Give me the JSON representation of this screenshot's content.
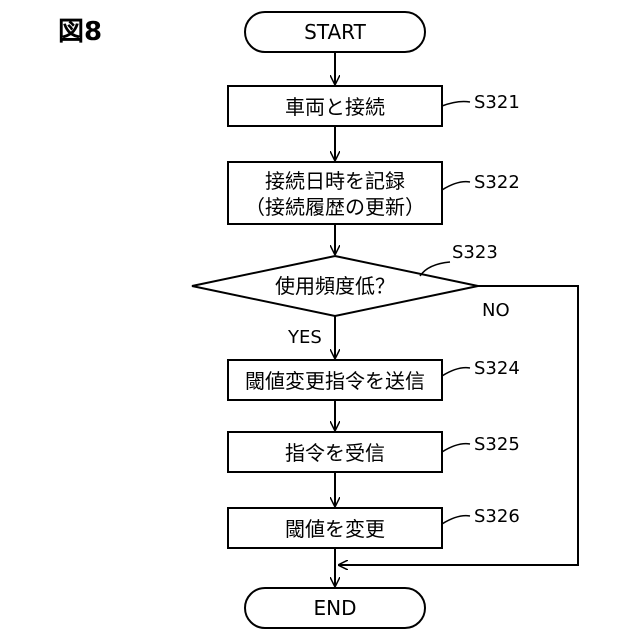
{
  "figure_label": "図8",
  "start": "START",
  "end": "END",
  "steps": {
    "s321": {
      "id": "S321",
      "text": "車両と接続"
    },
    "s322": {
      "id": "S322",
      "line1": "接続日時を記録",
      "line2": "（接続履歴の更新）"
    },
    "s323": {
      "id": "S323",
      "text": "使用頻度低？",
      "yes": "YES",
      "no": "NO"
    },
    "s324": {
      "id": "S324",
      "text": "閾値変更指令を送信"
    },
    "s325": {
      "id": "S325",
      "text": "指令を受信"
    },
    "s326": {
      "id": "S326",
      "text": "閾値を変更"
    }
  }
}
